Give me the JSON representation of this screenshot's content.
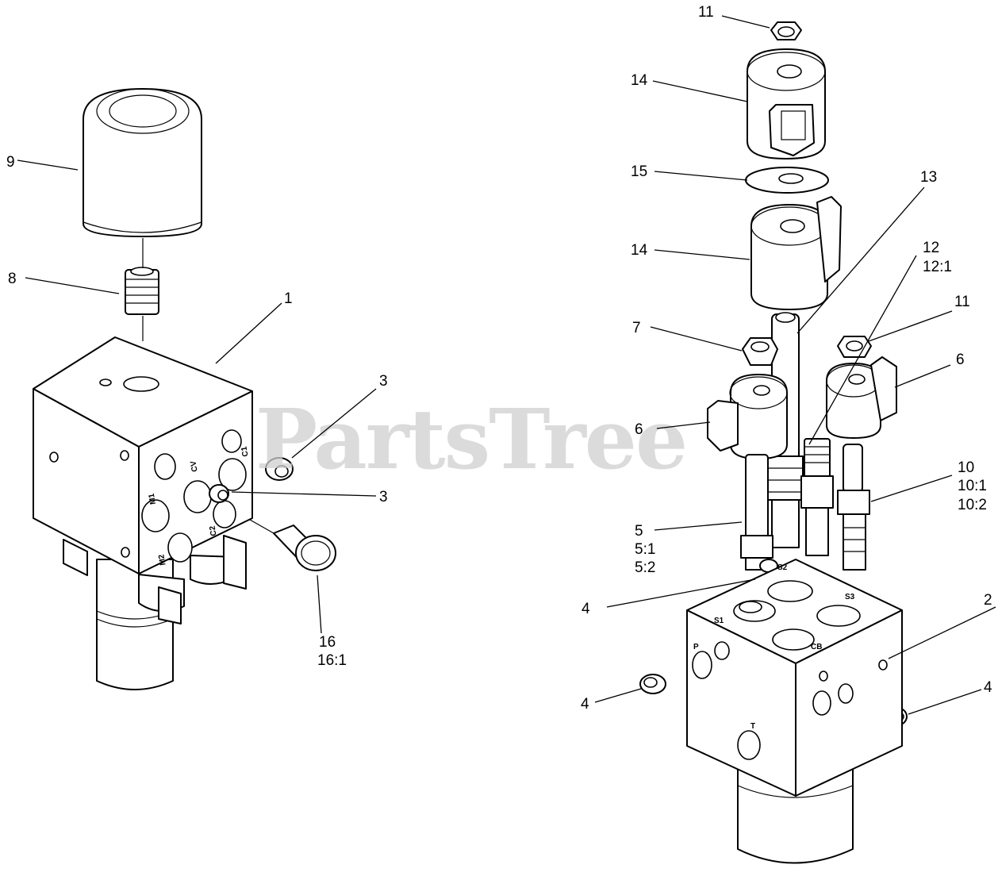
{
  "watermark": "PartsTree",
  "callouts": {
    "c11a": "11",
    "c14a": "14",
    "c15": "15",
    "c14b": "14",
    "c13": "13",
    "c12": "12",
    "c12_1": "12:1",
    "c11b": "11",
    "c7": "7",
    "c6a": "6",
    "c6b": "6",
    "c10": "10",
    "c10_1": "10:1",
    "c10_2": "10:2",
    "c5": "5",
    "c5_1": "5:1",
    "c5_2": "5:2",
    "c4a": "4",
    "c2": "2",
    "c4b": "4",
    "c4c": "4",
    "c9": "9",
    "c8": "8",
    "c1": "1",
    "c3a": "3",
    "c3b": "3",
    "c16": "16",
    "c16_1": "16:1"
  },
  "port_labels": {
    "m1": "M1",
    "cv": "CV",
    "c1": "C1",
    "c2": "C2",
    "m2": "M2",
    "p": "P",
    "s1": "S1",
    "s2": "S2",
    "s3": "S3",
    "cb": "CB",
    "t": "T"
  }
}
